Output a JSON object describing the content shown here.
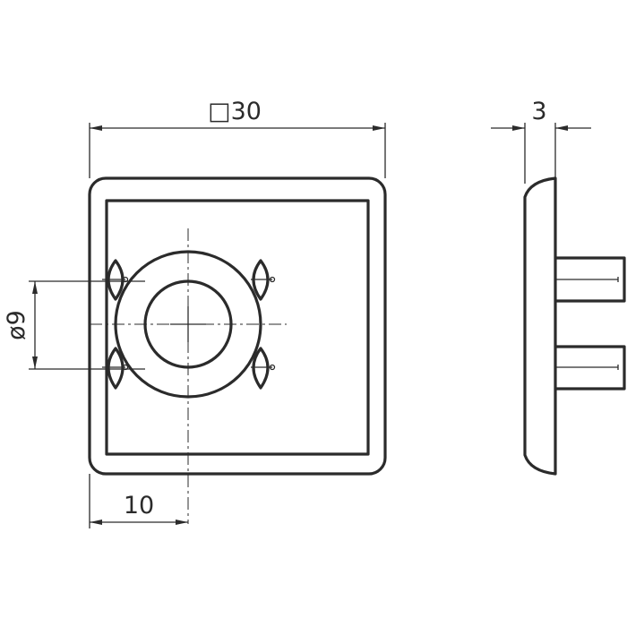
{
  "dimensions": {
    "width_label": "□30",
    "thickness_label": "3",
    "diameter_label": "ø9",
    "offset_label": "10"
  }
}
